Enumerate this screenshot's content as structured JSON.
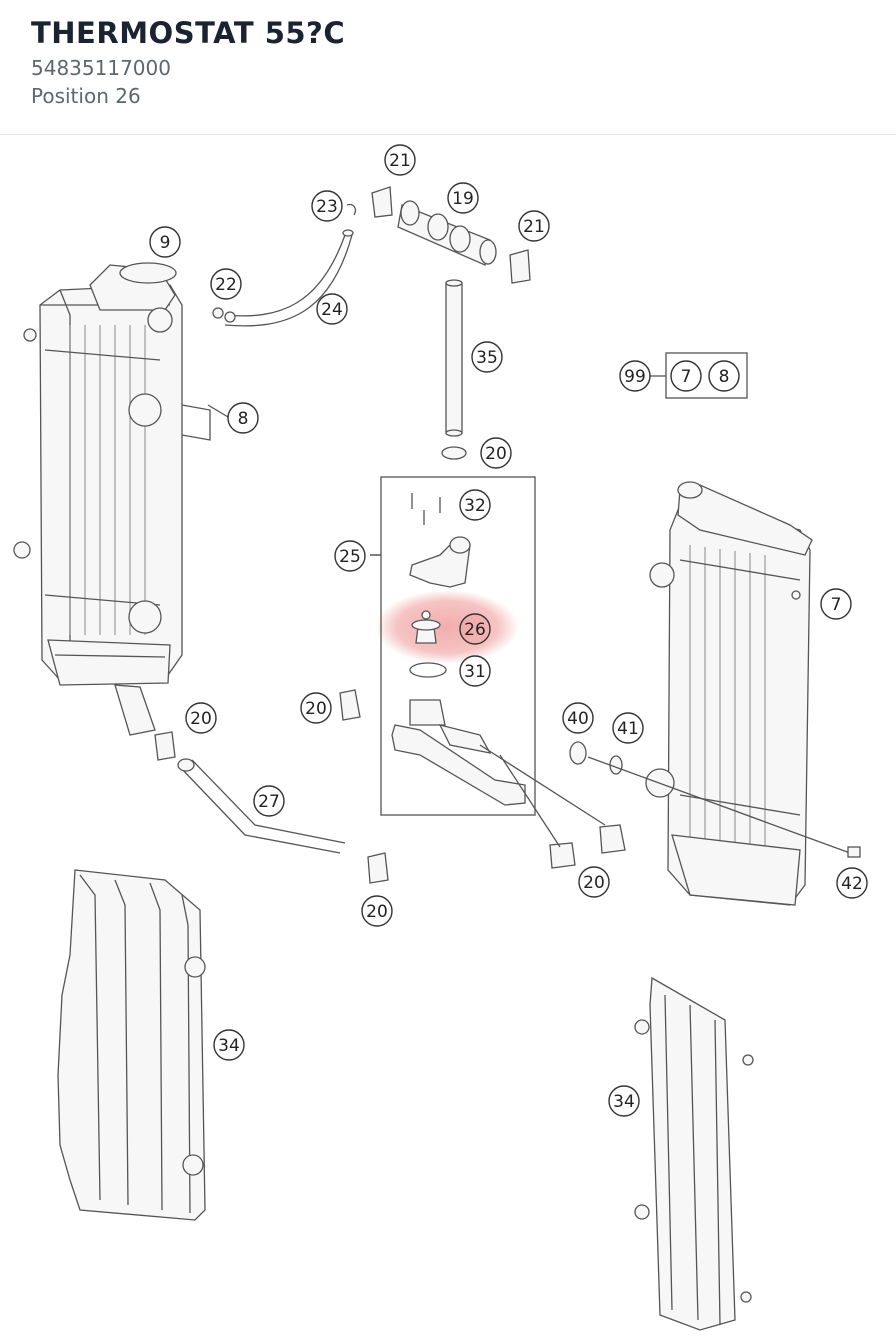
{
  "header": {
    "title": "THERMOSTAT 55?C",
    "part_number": "54835117000",
    "position": "Position 26"
  },
  "diagram": {
    "highlight_color": "#e86a6a",
    "callouts": [
      {
        "id": "c-21a",
        "label": "21"
      },
      {
        "id": "c-23",
        "label": "23"
      },
      {
        "id": "c-19",
        "label": "19"
      },
      {
        "id": "c-21b",
        "label": "21"
      },
      {
        "id": "c-9",
        "label": "9"
      },
      {
        "id": "c-22",
        "label": "22"
      },
      {
        "id": "c-24",
        "label": "24"
      },
      {
        "id": "c-35",
        "label": "35"
      },
      {
        "id": "c-99",
        "label": "99"
      },
      {
        "id": "c-7k",
        "label": "7"
      },
      {
        "id": "c-8k",
        "label": "8"
      },
      {
        "id": "c-8",
        "label": "8"
      },
      {
        "id": "c-20a",
        "label": "20"
      },
      {
        "id": "c-32",
        "label": "32"
      },
      {
        "id": "c-25",
        "label": "25"
      },
      {
        "id": "c-26",
        "label": "26"
      },
      {
        "id": "c-31",
        "label": "31"
      },
      {
        "id": "c-7",
        "label": "7"
      },
      {
        "id": "c-20b",
        "label": "20"
      },
      {
        "id": "c-20c",
        "label": "20"
      },
      {
        "id": "c-40",
        "label": "40"
      },
      {
        "id": "c-41",
        "label": "41"
      },
      {
        "id": "c-27",
        "label": "27"
      },
      {
        "id": "c-20d",
        "label": "20"
      },
      {
        "id": "c-20e",
        "label": "20"
      },
      {
        "id": "c-42",
        "label": "42"
      },
      {
        "id": "c-34a",
        "label": "34"
      },
      {
        "id": "c-34b",
        "label": "34"
      }
    ]
  }
}
